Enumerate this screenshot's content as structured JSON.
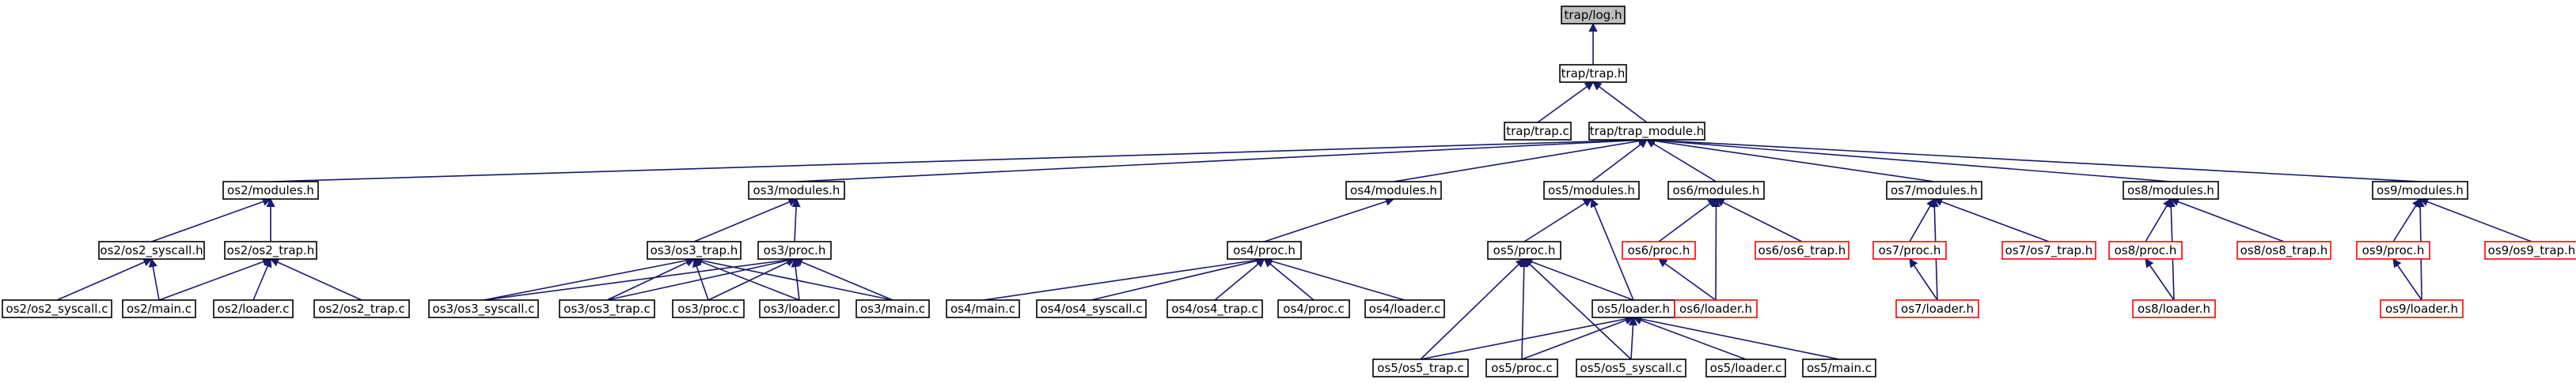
{
  "colors": {
    "edge": "#191970",
    "normal_border": "#000000",
    "missing_border": "#ff0000",
    "focus_fill": "#bfbfbf",
    "node_fill": "#ffffff"
  },
  "nodes": [
    {
      "id": "trap_log_h",
      "label": "trap/log.h",
      "style": "focus"
    },
    {
      "id": "trap_trap_h",
      "label": "trap/trap.h",
      "style": "normal"
    },
    {
      "id": "trap_trap_c",
      "label": "trap/trap.c",
      "style": "normal"
    },
    {
      "id": "trap_module_h",
      "label": "trap/trap_module.h",
      "style": "normal"
    },
    {
      "id": "os2_modules_h",
      "label": "os2/modules.h",
      "style": "normal"
    },
    {
      "id": "os2_syscall_h",
      "label": "os2/os2_syscall.h",
      "style": "normal"
    },
    {
      "id": "os2_trap_h",
      "label": "os2/os2_trap.h",
      "style": "normal"
    },
    {
      "id": "os2_syscall_c",
      "label": "os2/os2_syscall.c",
      "style": "normal"
    },
    {
      "id": "os2_main_c",
      "label": "os2/main.c",
      "style": "normal"
    },
    {
      "id": "os2_loader_c",
      "label": "os2/loader.c",
      "style": "normal"
    },
    {
      "id": "os2_trap_c",
      "label": "os2/os2_trap.c",
      "style": "normal"
    },
    {
      "id": "os3_modules_h",
      "label": "os3/modules.h",
      "style": "normal"
    },
    {
      "id": "os3_trap_h",
      "label": "os3/os3_trap.h",
      "style": "normal"
    },
    {
      "id": "os3_proc_h",
      "label": "os3/proc.h",
      "style": "normal"
    },
    {
      "id": "os3_syscall_c",
      "label": "os3/os3_syscall.c",
      "style": "normal"
    },
    {
      "id": "os3_trap_c",
      "label": "os3/os3_trap.c",
      "style": "normal"
    },
    {
      "id": "os3_proc_c",
      "label": "os3/proc.c",
      "style": "normal"
    },
    {
      "id": "os3_loader_c",
      "label": "os3/loader.c",
      "style": "normal"
    },
    {
      "id": "os3_main_c",
      "label": "os3/main.c",
      "style": "normal"
    },
    {
      "id": "os4_modules_h",
      "label": "os4/modules.h",
      "style": "normal"
    },
    {
      "id": "os4_proc_h",
      "label": "os4/proc.h",
      "style": "normal"
    },
    {
      "id": "os4_main_c",
      "label": "os4/main.c",
      "style": "normal"
    },
    {
      "id": "os4_syscall_c",
      "label": "os4/os4_syscall.c",
      "style": "normal"
    },
    {
      "id": "os4_trap_c",
      "label": "os4/os4_trap.c",
      "style": "normal"
    },
    {
      "id": "os4_proc_c",
      "label": "os4/proc.c",
      "style": "normal"
    },
    {
      "id": "os4_loader_c",
      "label": "os4/loader.c",
      "style": "normal"
    },
    {
      "id": "os5_modules_h",
      "label": "os5/modules.h",
      "style": "normal"
    },
    {
      "id": "os5_proc_h",
      "label": "os5/proc.h",
      "style": "normal"
    },
    {
      "id": "os5_loader_h",
      "label": "os5/loader.h",
      "style": "normal"
    },
    {
      "id": "os5_trap_c",
      "label": "os5/os5_trap.c",
      "style": "normal"
    },
    {
      "id": "os5_proc_c",
      "label": "os5/proc.c",
      "style": "normal"
    },
    {
      "id": "os5_syscall_c",
      "label": "os5/os5_syscall.c",
      "style": "normal"
    },
    {
      "id": "os5_loader_c",
      "label": "os5/loader.c",
      "style": "normal"
    },
    {
      "id": "os5_main_c",
      "label": "os5/main.c",
      "style": "normal"
    },
    {
      "id": "os6_modules_h",
      "label": "os6/modules.h",
      "style": "normal"
    },
    {
      "id": "os6_proc_h",
      "label": "os6/proc.h",
      "style": "missing"
    },
    {
      "id": "os6_trap_h",
      "label": "os6/os6_trap.h",
      "style": "missing"
    },
    {
      "id": "os6_loader_h",
      "label": "os6/loader.h",
      "style": "missing"
    },
    {
      "id": "os7_modules_h",
      "label": "os7/modules.h",
      "style": "normal"
    },
    {
      "id": "os7_proc_h",
      "label": "os7/proc.h",
      "style": "missing"
    },
    {
      "id": "os7_trap_h",
      "label": "os7/os7_trap.h",
      "style": "missing"
    },
    {
      "id": "os7_loader_h",
      "label": "os7/loader.h",
      "style": "missing"
    },
    {
      "id": "os8_modules_h",
      "label": "os8/modules.h",
      "style": "normal"
    },
    {
      "id": "os8_proc_h",
      "label": "os8/proc.h",
      "style": "missing"
    },
    {
      "id": "os8_trap_h",
      "label": "os8/os8_trap.h",
      "style": "missing"
    },
    {
      "id": "os8_loader_h",
      "label": "os8/loader.h",
      "style": "missing"
    },
    {
      "id": "os9_modules_h",
      "label": "os9/modules.h",
      "style": "normal"
    },
    {
      "id": "os9_proc_h",
      "label": "os9/proc.h",
      "style": "missing"
    },
    {
      "id": "os9_trap_h",
      "label": "os9/os9_trap.h",
      "style": "missing"
    },
    {
      "id": "os9_loader_h",
      "label": "os9/loader.h",
      "style": "missing"
    }
  ],
  "edges": [
    [
      "trap_trap_h",
      "trap_log_h"
    ],
    [
      "trap_trap_c",
      "trap_trap_h"
    ],
    [
      "trap_module_h",
      "trap_trap_h"
    ],
    [
      "os2_modules_h",
      "trap_module_h"
    ],
    [
      "os3_modules_h",
      "trap_module_h"
    ],
    [
      "os4_modules_h",
      "trap_module_h"
    ],
    [
      "os5_modules_h",
      "trap_module_h"
    ],
    [
      "os6_modules_h",
      "trap_module_h"
    ],
    [
      "os7_modules_h",
      "trap_module_h"
    ],
    [
      "os8_modules_h",
      "trap_module_h"
    ],
    [
      "os9_modules_h",
      "trap_module_h"
    ],
    [
      "os2_syscall_h",
      "os2_modules_h"
    ],
    [
      "os2_trap_h",
      "os2_modules_h"
    ],
    [
      "os2_syscall_c",
      "os2_syscall_h"
    ],
    [
      "os2_main_c",
      "os2_syscall_h"
    ],
    [
      "os2_main_c",
      "os2_trap_h"
    ],
    [
      "os2_loader_c",
      "os2_trap_h"
    ],
    [
      "os2_trap_c",
      "os2_trap_h"
    ],
    [
      "os3_trap_h",
      "os3_modules_h"
    ],
    [
      "os3_proc_h",
      "os3_modules_h"
    ],
    [
      "os3_syscall_c",
      "os3_trap_h"
    ],
    [
      "os3_trap_c",
      "os3_trap_h"
    ],
    [
      "os3_proc_c",
      "os3_trap_h"
    ],
    [
      "os3_loader_c",
      "os3_trap_h"
    ],
    [
      "os3_main_c",
      "os3_trap_h"
    ],
    [
      "os3_syscall_c",
      "os3_proc_h"
    ],
    [
      "os3_trap_c",
      "os3_proc_h"
    ],
    [
      "os3_proc_c",
      "os3_proc_h"
    ],
    [
      "os3_loader_c",
      "os3_proc_h"
    ],
    [
      "os3_main_c",
      "os3_proc_h"
    ],
    [
      "os4_proc_h",
      "os4_modules_h"
    ],
    [
      "os4_main_c",
      "os4_proc_h"
    ],
    [
      "os4_syscall_c",
      "os4_proc_h"
    ],
    [
      "os4_trap_c",
      "os4_proc_h"
    ],
    [
      "os4_proc_c",
      "os4_proc_h"
    ],
    [
      "os4_loader_c",
      "os4_proc_h"
    ],
    [
      "os5_proc_h",
      "os5_modules_h"
    ],
    [
      "os5_loader_h",
      "os5_modules_h"
    ],
    [
      "os5_loader_h",
      "os5_proc_h"
    ],
    [
      "os5_trap_c",
      "os5_proc_h"
    ],
    [
      "os5_proc_c",
      "os5_proc_h"
    ],
    [
      "os5_syscall_c",
      "os5_proc_h"
    ],
    [
      "os5_trap_c",
      "os5_loader_h"
    ],
    [
      "os5_proc_c",
      "os5_loader_h"
    ],
    [
      "os5_syscall_c",
      "os5_loader_h"
    ],
    [
      "os5_loader_c",
      "os5_loader_h"
    ],
    [
      "os5_main_c",
      "os5_loader_h"
    ],
    [
      "os6_proc_h",
      "os6_modules_h"
    ],
    [
      "os6_trap_h",
      "os6_modules_h"
    ],
    [
      "os6_loader_h",
      "os6_modules_h"
    ],
    [
      "os6_loader_h",
      "os6_proc_h"
    ],
    [
      "os7_proc_h",
      "os7_modules_h"
    ],
    [
      "os7_trap_h",
      "os7_modules_h"
    ],
    [
      "os7_loader_h",
      "os7_modules_h"
    ],
    [
      "os7_loader_h",
      "os7_proc_h"
    ],
    [
      "os8_proc_h",
      "os8_modules_h"
    ],
    [
      "os8_trap_h",
      "os8_modules_h"
    ],
    [
      "os8_loader_h",
      "os8_modules_h"
    ],
    [
      "os8_loader_h",
      "os8_proc_h"
    ],
    [
      "os9_proc_h",
      "os9_modules_h"
    ],
    [
      "os9_trap_h",
      "os9_modules_h"
    ],
    [
      "os9_loader_h",
      "os9_modules_h"
    ],
    [
      "os9_loader_h",
      "os9_proc_h"
    ]
  ]
}
